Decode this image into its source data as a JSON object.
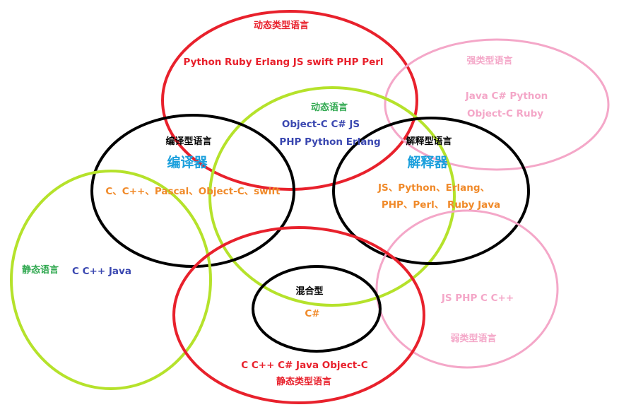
{
  "colors": {
    "red": "#e8212c",
    "black": "#000000",
    "lime": "#b5e22b",
    "pink": "#f4a7c8",
    "green": "#2fa84f",
    "blue": "#3a47b0",
    "orange": "#f08a2a",
    "cyan": "#1a9fdc"
  },
  "dynamic_typed": {
    "title": "动态类型语言",
    "languages": "Python Ruby Erlang JS swift PHP Perl"
  },
  "strong_typed": {
    "title": "强类型语言",
    "languages_line1": "Java C# Python",
    "languages_line2": "Object-C Ruby"
  },
  "dynamic_lang": {
    "title": "动态语言",
    "languages_line1": "Object-C C# JS",
    "languages_line2": "PHP Python Erlang"
  },
  "compiled": {
    "title": "编译型语言",
    "tool": "编译器",
    "languages": "C、C++、Pascal、Object-C、swift"
  },
  "interpreted": {
    "title": "解释型语言",
    "tool": "解释器",
    "languages_line1": "JS、Python、Erlang、",
    "languages_line2": "PHP、Perl、 Ruby  Java"
  },
  "static_lang": {
    "title": "静态语言",
    "languages": "C C++ Java"
  },
  "hybrid": {
    "title": "混合型",
    "languages": "C#"
  },
  "weak_typed": {
    "title": "弱类型语言",
    "languages": "JS PHP C C++"
  },
  "static_typed": {
    "title": "静态类型语言",
    "languages": "C C++ C# Java Object-C"
  }
}
